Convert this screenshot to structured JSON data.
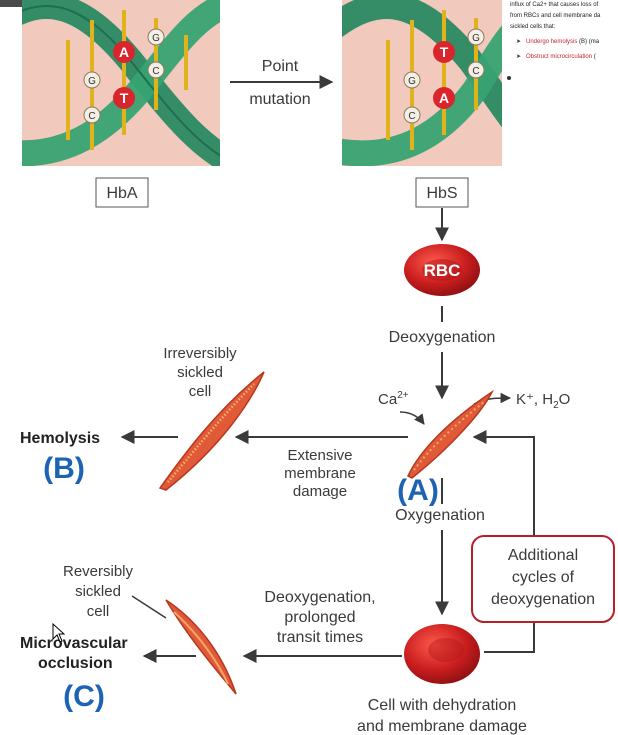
{
  "dna": {
    "left_top": [
      "A",
      "G",
      "C"
    ],
    "left_bottom": [
      "T",
      "G",
      "C"
    ],
    "right_top": [
      "T",
      "G",
      "C"
    ],
    "right_bottom": [
      "A",
      "G",
      "C"
    ]
  },
  "mutation_label": [
    "Point",
    "mutation"
  ],
  "hba_label": "HbA",
  "hbs_label": "HbS",
  "rbc_label": "RBC",
  "deoxygenation_label": "Deoxygenation",
  "calcium_label": "Ca",
  "calcium_superscript": "2+",
  "potassium_label": "K⁺, H",
  "water_subscript": "2",
  "water_suffix": "O",
  "irreversible_label": [
    "Irreversibly",
    "sickled",
    "cell"
  ],
  "hemolysis_label": "Hemolysis",
  "letter_b": "(B)",
  "membrane_label": [
    "Extensive",
    "membrane",
    "damage"
  ],
  "letter_a": "(A)",
  "oxygenation_label": "Oxygenation",
  "additional_label": [
    "Additional",
    "cycles of",
    "deoxygenation"
  ],
  "reversible_label": [
    "Reversibly",
    "sickled",
    "cell"
  ],
  "microvascular_label": [
    "Microvascular",
    "occlusion"
  ],
  "letter_c": "(C)",
  "prolonged_label": [
    "Deoxygenation,",
    "prolonged",
    "transit times"
  ],
  "dehydration_label": [
    "Cell with dehydration",
    "and membrane damage"
  ],
  "notes": {
    "line1": "influx of Ca2+ that causes loss of",
    "line2": "from RBCs and  cell membrane da",
    "line3": "sickled cells that:",
    "bullet1_text": "Undergo hemolysis",
    "bullet1_suffix": " (B) (ma",
    "bullet2_text": "Obstruct microcirculation",
    "bullet2_suffix": " ("
  },
  "colors": {
    "dna_bg": "#f2c9bd",
    "helix": "#2a8a63",
    "rung": "#e0b21c",
    "base_red": "#d8262c",
    "rbc": "#c81d1e",
    "sickle": "#e05a38",
    "accent_blue": "#1d63b4",
    "box_red": "#b72027"
  }
}
